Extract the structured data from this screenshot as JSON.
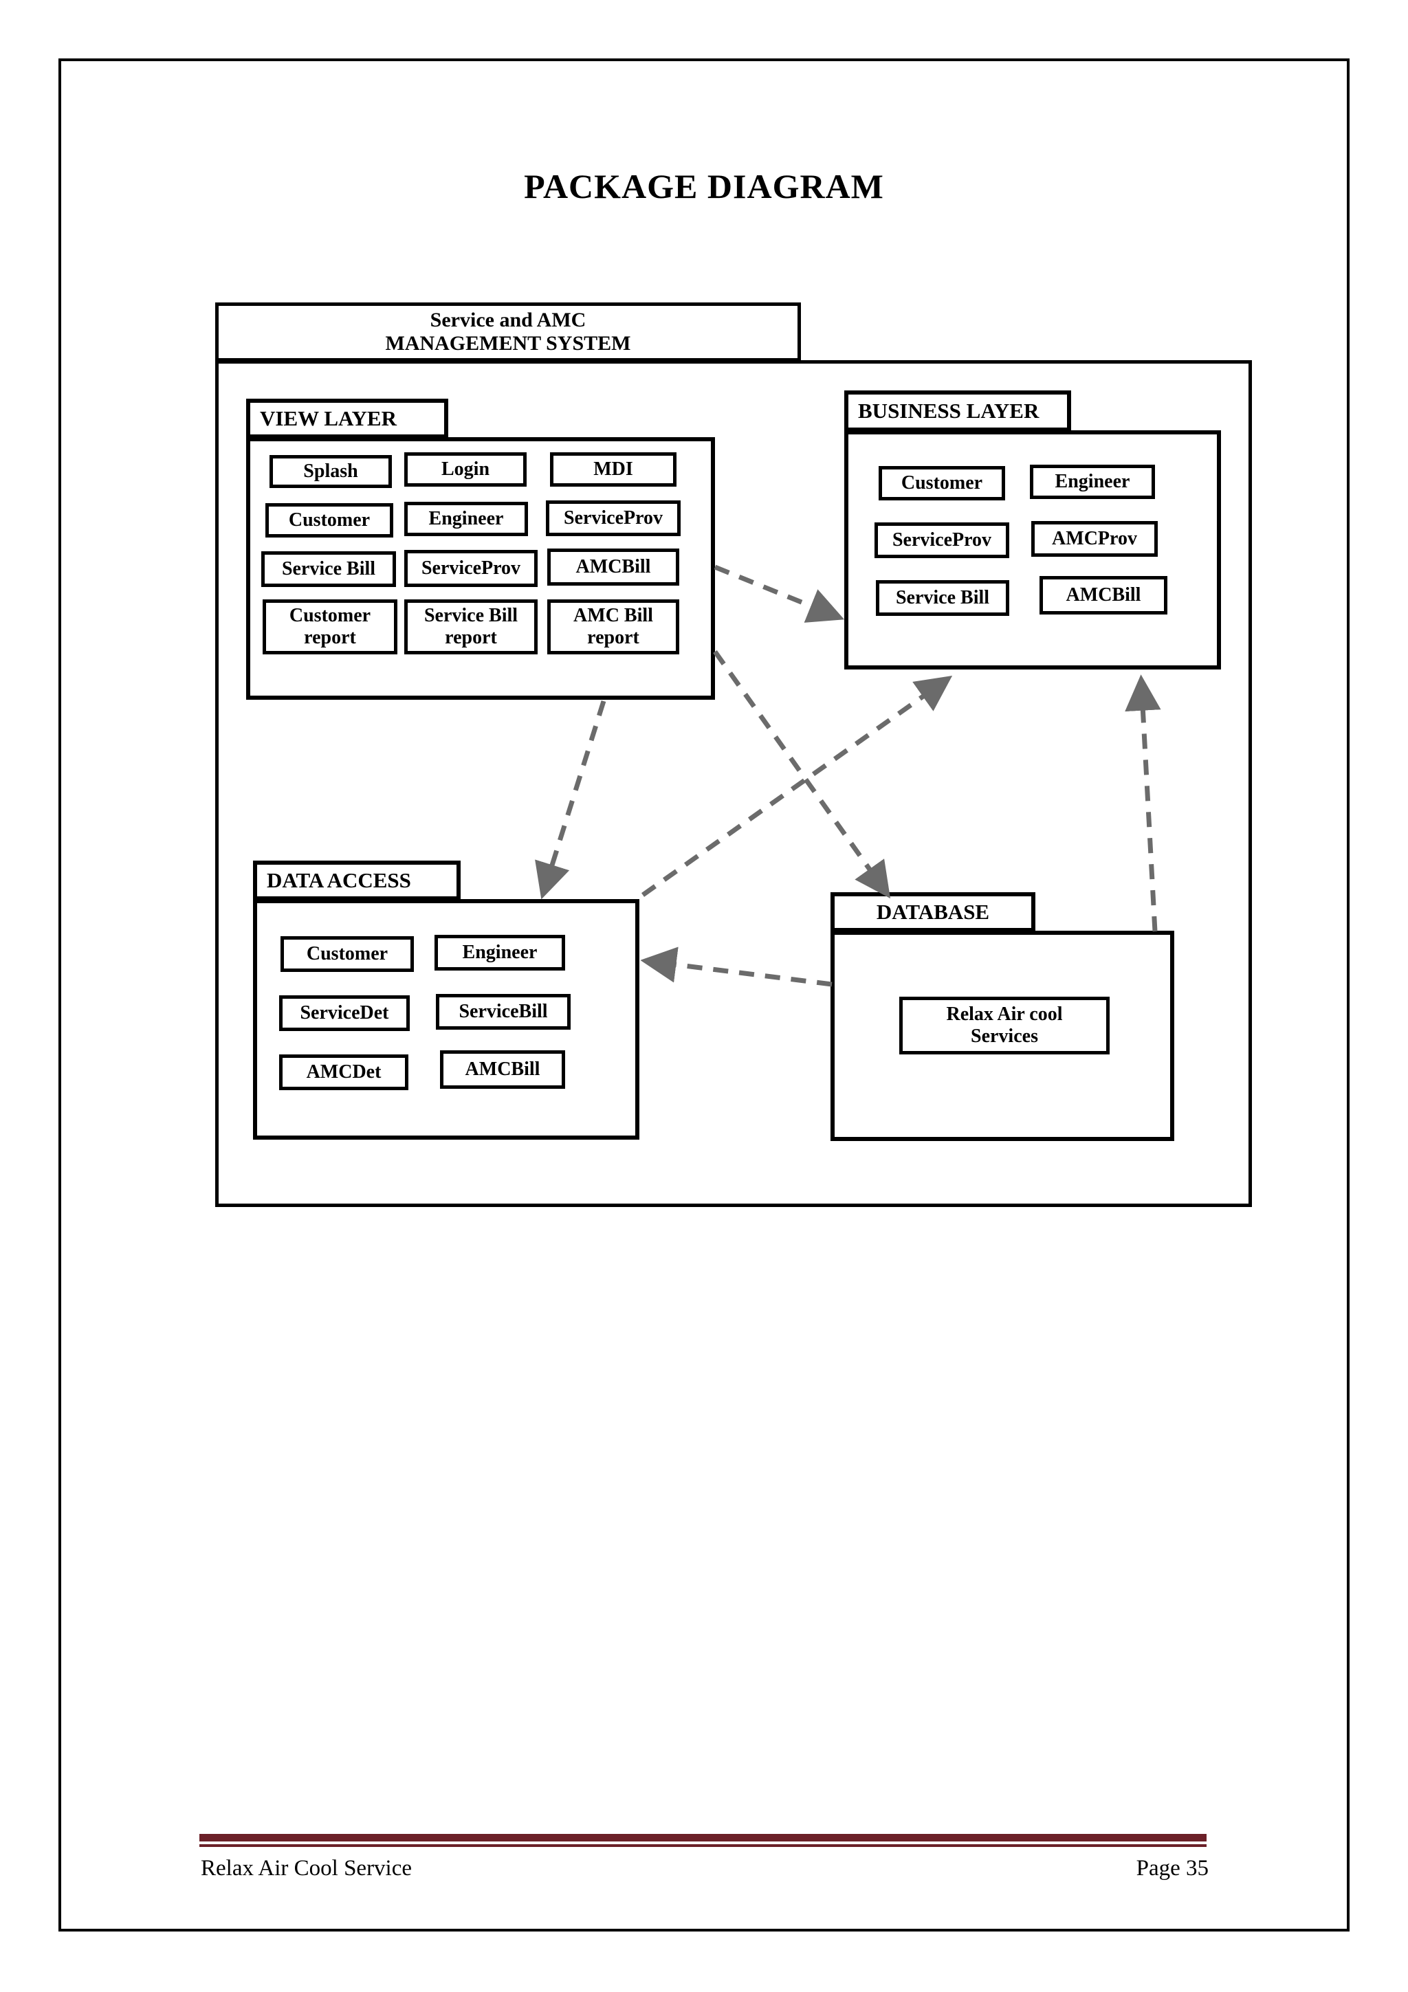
{
  "page": {
    "title": "PACKAGE DIAGRAM",
    "border_color": "#000000",
    "background": "#ffffff"
  },
  "diagram": {
    "type": "uml-package-diagram",
    "outer_package": {
      "name": "Service and AMC\nMANAGEMENT SYSTEM"
    },
    "packages": [
      {
        "id": "view-layer",
        "name": "VIEW LAYER",
        "classes": [
          "Splash",
          "Login",
          "MDI",
          "Customer",
          "Engineer",
          "ServiceProv",
          "Service Bill",
          "ServiceProv",
          "AMCBill",
          "Customer\nreport",
          "Service Bill\nreport",
          "AMC Bill\nreport"
        ]
      },
      {
        "id": "business-layer",
        "name": "BUSINESS LAYER",
        "classes": [
          "Customer",
          "Engineer",
          "ServiceProv",
          "AMCProv",
          "Service Bill",
          "AMCBill"
        ]
      },
      {
        "id": "data-access",
        "name": "DATA ACCESS",
        "classes": [
          "Customer",
          "Engineer",
          "ServiceDet",
          "ServiceBill",
          "AMCDet",
          "AMCBill"
        ]
      },
      {
        "id": "database",
        "name": "DATABASE",
        "classes": [
          "Relax Air cool\nServices"
        ]
      }
    ],
    "dependencies": [
      {
        "from": "view-layer",
        "to": "business-layer",
        "style": "dashed"
      },
      {
        "from": "view-layer",
        "to": "data-access",
        "style": "dashed"
      },
      {
        "from": "view-layer",
        "to": "database",
        "style": "dashed"
      },
      {
        "from": "data-access",
        "to": "business-layer",
        "style": "dashed"
      },
      {
        "from": "database",
        "to": "business-layer",
        "style": "dashed"
      },
      {
        "from": "database",
        "to": "data-access",
        "style": "dashed"
      }
    ],
    "arrow_color": "#6b6b6b"
  },
  "footer": {
    "left": "Relax Air Cool Service",
    "right": "Page 35",
    "rule_color": "#6B2028"
  }
}
